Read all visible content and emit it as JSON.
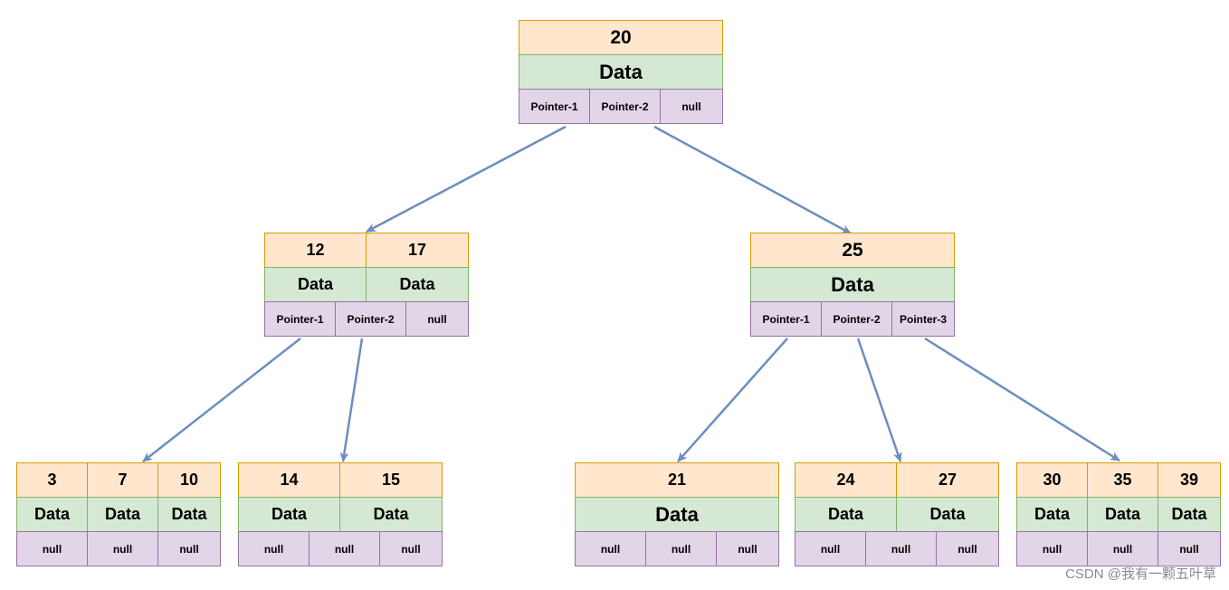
{
  "colors": {
    "key_fill": "#ffe6cc",
    "key_border": "#d79b00",
    "data_fill": "#d5e8d4",
    "data_border": "#82b366",
    "pointer_fill": "#e1d5e7",
    "pointer_border": "#9673a6",
    "edge": "#6c8ebf"
  },
  "root": {
    "keys": [
      "20"
    ],
    "data": [
      "Data"
    ],
    "pointers": [
      "Pointer-1",
      "Pointer-2",
      "null"
    ]
  },
  "left": {
    "keys": [
      "12",
      "17"
    ],
    "data": [
      "Data",
      "Data"
    ],
    "pointers": [
      "Pointer-1",
      "Pointer-2",
      "null"
    ]
  },
  "right": {
    "keys": [
      "25"
    ],
    "data": [
      "Data"
    ],
    "pointers": [
      "Pointer-1",
      "Pointer-2",
      "Pointer-3"
    ]
  },
  "leaf1": {
    "keys": [
      "3",
      "7",
      "10"
    ],
    "data": [
      "Data",
      "Data",
      "Data"
    ],
    "pointers": [
      "null",
      "null",
      "null"
    ]
  },
  "leaf2": {
    "keys": [
      "14",
      "15"
    ],
    "data": [
      "Data",
      "Data"
    ],
    "pointers": [
      "null",
      "null",
      "null"
    ]
  },
  "leaf3": {
    "keys": [
      "21"
    ],
    "data": [
      "Data"
    ],
    "pointers": [
      "null",
      "null",
      "null"
    ]
  },
  "leaf4": {
    "keys": [
      "24",
      "27"
    ],
    "data": [
      "Data",
      "Data"
    ],
    "pointers": [
      "null",
      "null",
      "null"
    ]
  },
  "leaf5": {
    "keys": [
      "30",
      "35",
      "39"
    ],
    "data": [
      "Data",
      "Data",
      "Data"
    ],
    "pointers": [
      "null",
      "null",
      "null"
    ]
  },
  "watermark": "CSDN @我有一颗五叶草"
}
